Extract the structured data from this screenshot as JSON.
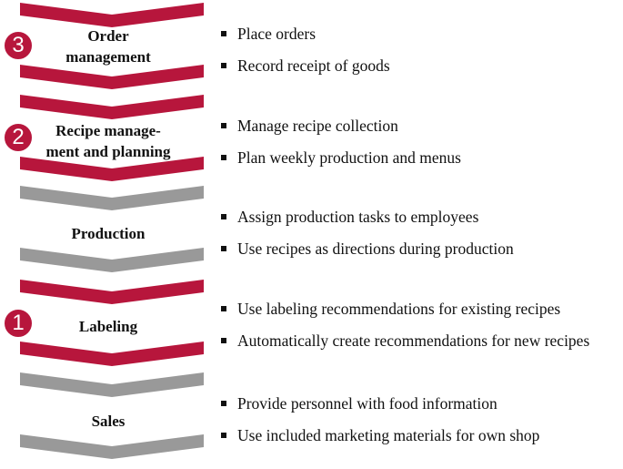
{
  "colors": {
    "active": "#b7163c",
    "inactive": "#999999"
  },
  "stages": [
    {
      "title": "Order\nmanagement",
      "step": "3",
      "active": true,
      "bullets": [
        "Place orders",
        "Record receipt of goods"
      ]
    },
    {
      "title": "Recipe manage-\nment and planning",
      "step": "2",
      "active": true,
      "bullets": [
        "Manage recipe collection",
        "Plan weekly production and menus"
      ]
    },
    {
      "title": "Production",
      "step": "",
      "active": false,
      "bullets": [
        "Assign production tasks to employees",
        "Use recipes as directions during production"
      ]
    },
    {
      "title": "Labeling",
      "step": "1",
      "active": true,
      "bullets": [
        "Use labeling recommendations for existing recipes",
        "Automatically create recommendations for new recipes"
      ]
    },
    {
      "title": "Sales",
      "step": "",
      "active": false,
      "bullets": [
        "Provide personnel with food information",
        "Use included marketing materials for own shop"
      ]
    }
  ]
}
